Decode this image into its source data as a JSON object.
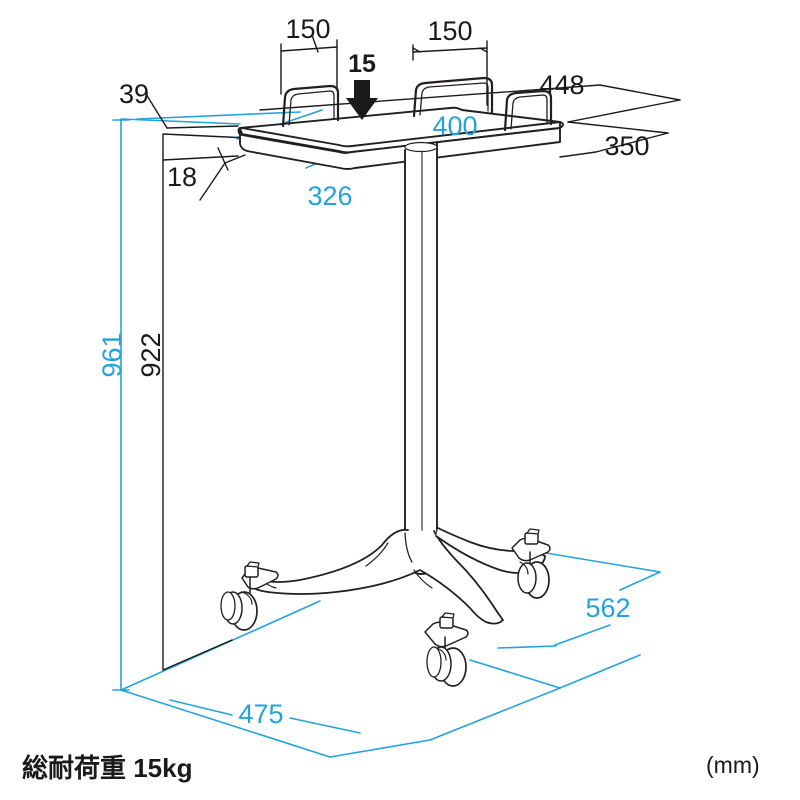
{
  "document": {
    "type": "technical-dimension-drawing",
    "subject": "mobile-cart-stand",
    "unit_note": "(mm)",
    "load_capacity_label": "総耐荷重 15kg"
  },
  "colors": {
    "blue": "#23a3dd",
    "black": "#1a1a1a",
    "outline": "#231f20",
    "white": "#ffffff"
  },
  "dimensions": {
    "handle_width_left": "150",
    "handle_width_right": "150",
    "handle_height": "15",
    "top_overhang": "39",
    "top_thickness": "18",
    "top_depth_outer": "448",
    "top_depth_inner": "350",
    "top_width_blue": "400",
    "top_width_inner_blue": "326",
    "total_height_blue": "961",
    "work_height_black": "922",
    "base_depth_blue": "562",
    "base_width_blue": "475"
  },
  "labels": {
    "d150a": "150",
    "d150b": "150",
    "d15": "15",
    "d39": "39",
    "d18": "18",
    "d448": "448",
    "d350": "350",
    "d400": "400",
    "d326": "326",
    "d961": "961",
    "d922": "922",
    "d562": "562",
    "d475": "475",
    "load": "総耐荷重 15kg",
    "unit": "(mm)"
  }
}
